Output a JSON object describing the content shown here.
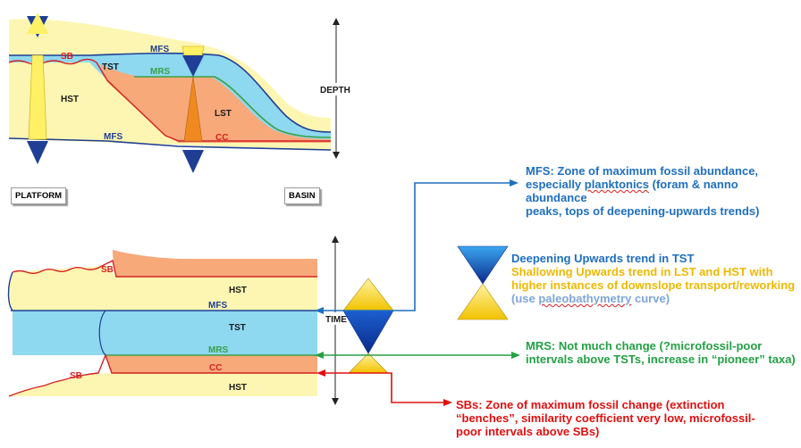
{
  "top_diagram": {
    "labels": {
      "sb": "SB",
      "tst": "TST",
      "hst": "HST",
      "mfs_upper": "MFS",
      "mrs": "MRS",
      "lst": "LST",
      "mfs_lower": "MFS",
      "cc": "CC",
      "depth": "DEPTH"
    },
    "platform": "PLATFORM",
    "basin": "BASIN"
  },
  "bottom_diagram": {
    "labels": {
      "sb_upper": "SB",
      "hst_upper": "HST",
      "mfs": "MFS",
      "tst": "TST",
      "mrs": "MRS",
      "sb_lower": "SB",
      "cc": "CC",
      "hst_lower": "HST",
      "time": "TIME"
    }
  },
  "notes": {
    "mfs": {
      "line1": "MFS: Zone of maximum fossil abundance,",
      "line2_a": "especially ",
      "line2_b": "planktonics",
      "line2_c": " (foram & nanno abundance",
      "line3": "peaks, tops of deepening-upwards trends)"
    },
    "trend": {
      "line1": "Deepening Upwards trend in TST",
      "line2": "Shallowing Upwards trend in LST and HST with",
      "line3": "higher instances of downslope transport/reworking",
      "line4_a": "(use ",
      "line4_b": "paleobathymetry",
      "line4_c": " curve)"
    },
    "mrs": {
      "line1": "MRS: Not much change (?microfossil-poor",
      "line2": "intervals above TSTs, increase in “pioneer” taxa)"
    },
    "sb": {
      "line1": "SBs: Zone of maximum fossil change (extinction",
      "line2": "“benches”, similarity coefficient very low, microfossil-",
      "line3": "poor intervals above SBs)"
    }
  },
  "colors": {
    "hst": "#fdf6b2",
    "tst": "#8ed8f0",
    "lst": "#f7a97a",
    "blue_line": "#1f3e94",
    "red_line": "#d42020",
    "green_line": "#3aa047",
    "mfs_text": "#1f6fbf",
    "trend_blue": "#1f6fbf",
    "trend_yellow": "#f0b800",
    "trend_light": "#7fa6d8",
    "mrs_text": "#22a044",
    "sb_text": "#e01010"
  }
}
